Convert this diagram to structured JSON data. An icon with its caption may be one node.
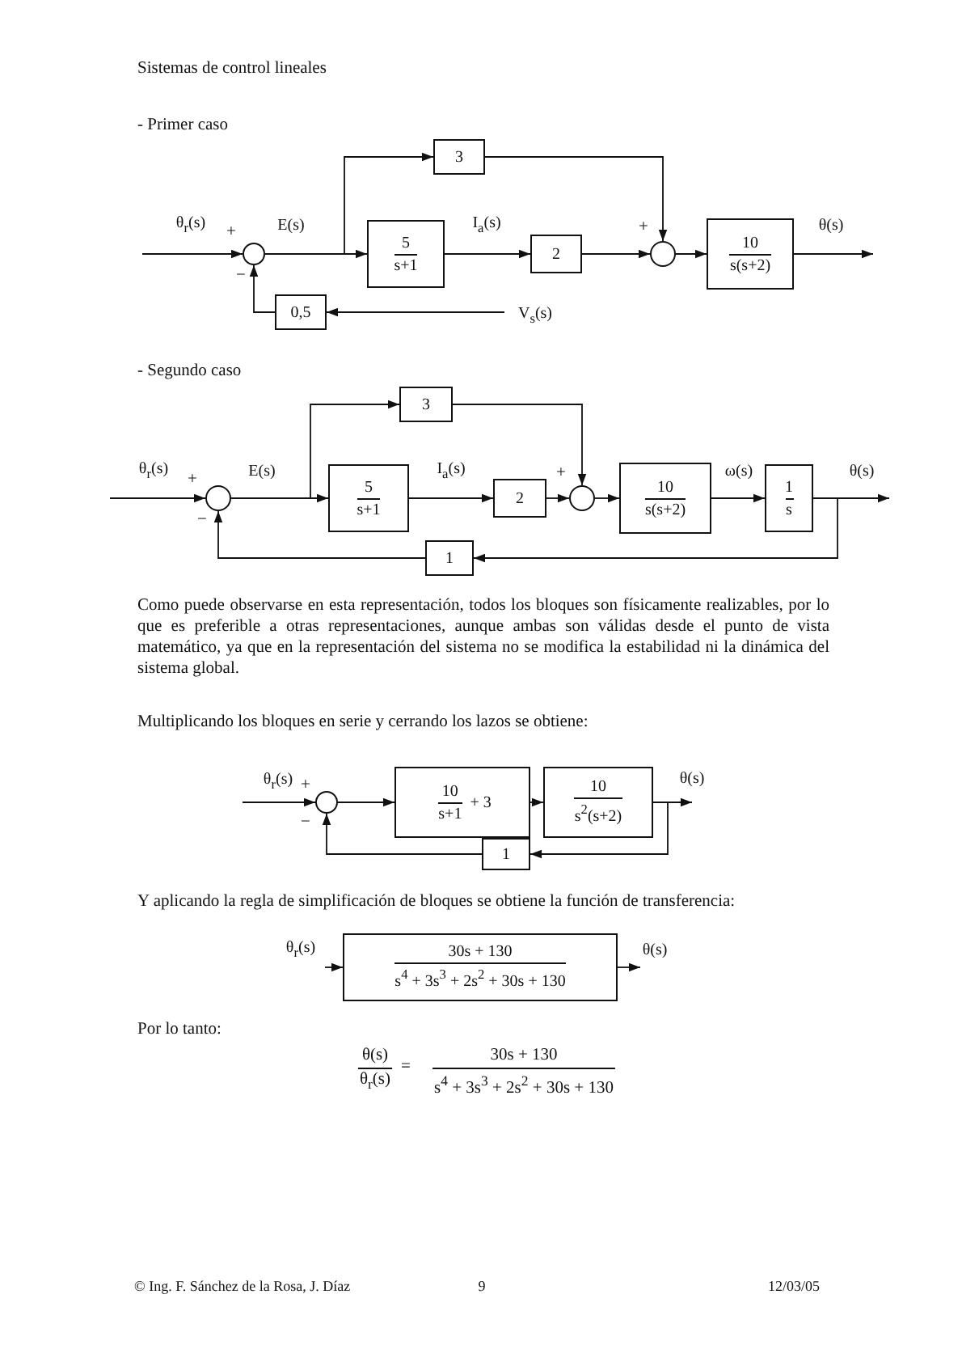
{
  "diagram": {
    "title": "Sistemas de control lineales",
    "nodes": [
      {
        "text": [],
        "shape": "circle"
      },
      {
        "text": [
          "5",
          "s+1"
        ]
      },
      {
        "text": [
          "2"
        ]
      },
      {
        "text": [],
        "shape": "circle"
      },
      {
        "text": [
          "10",
          "s(s+2)"
        ]
      },
      {
        "text": [
          "3"
        ]
      },
      {
        "text": [
          "0,5"
        ]
      },
      {
        "text": [],
        "shape": "circle"
      },
      {
        "text": [
          "5",
          "s+1"
        ]
      },
      {
        "text": [
          "2"
        ]
      },
      {
        "text": [],
        "shape": "circle"
      },
      {
        "text": [
          "10",
          "s(s+2)"
        ]
      },
      {
        "text": [
          "1",
          "s"
        ]
      },
      {
        "text": [
          "3"
        ]
      },
      {
        "text": [
          "1"
        ]
      },
      {
        "text": [],
        "shape": "circle"
      },
      {
        "text": [
          "10",
          "s+1",
          "+ 3"
        ]
      },
      {
        "text": [
          "10",
          "s$^{2}$(s+2)"
        ]
      },
      {
        "text": [
          "1"
        ]
      },
      {
        "text": [
          "30s + 130",
          "s$^{4}$ + 3s$^{3}$ + 2s$^{2}$ + 30s + 130"
        ]
      }
    ],
    "edges": [
      {
        "from": null,
        "to": 0,
        "arrow": "to",
        "label": "θ$_{r}$(s)"
      },
      {
        "from": 0,
        "to": 1,
        "arrow": "to",
        "label": "E(s)"
      },
      {
        "from": 0,
        "to": 5,
        "arrow": "to"
      },
      {
        "from": 1,
        "to": 2,
        "arrow": "to",
        "label": "I$_{a}$(s)"
      },
      {
        "from": 2,
        "to": 3,
        "arrow": "to"
      },
      {
        "from": 5,
        "to": 3,
        "arrow": "to"
      },
      {
        "from": 3,
        "to": 4,
        "arrow": "to"
      },
      {
        "from": 4,
        "to": null,
        "arrow": "to",
        "label": "θ(s)"
      },
      {
        "from": null,
        "to": 6,
        "arrow": "to",
        "label": "V$_{s}$(s)"
      },
      {
        "from": 6,
        "to": 0,
        "arrow": "to"
      },
      {
        "from": null,
        "to": 7,
        "arrow": "to",
        "label": "θ$_{r}$(s)"
      },
      {
        "from": 7,
        "to": 8,
        "arrow": "to",
        "label": "E(s)"
      },
      {
        "from": 7,
        "to": 13,
        "arrow": "to"
      },
      {
        "from": 8,
        "to": 9,
        "arrow": "to",
        "label": "I$_{a}$(s)"
      },
      {
        "from": 9,
        "to": 10,
        "arrow": "to"
      },
      {
        "from": 13,
        "to": 10,
        "arrow": "to"
      },
      {
        "from": 10,
        "to": 11,
        "arrow": "to"
      },
      {
        "from": 11,
        "to": 12,
        "arrow": "to",
        "label": "ω(s)"
      },
      {
        "from": 12,
        "to": null,
        "arrow": "to",
        "label": "θ(s)"
      },
      {
        "from": 12,
        "to": 14,
        "arrow": "to"
      },
      {
        "from": 14,
        "to": 7,
        "arrow": "to"
      },
      {
        "from": null,
        "to": 15,
        "arrow": "to",
        "label": "θ$_{r}$(s)"
      },
      {
        "from": 15,
        "to": 16,
        "arrow": "to"
      },
      {
        "from": 16,
        "to": 17,
        "arrow": "to"
      },
      {
        "from": 17,
        "to": null,
        "arrow": "to",
        "label": "θ(s)"
      },
      {
        "from": 17,
        "to": 18,
        "arrow": "to"
      },
      {
        "from": 18,
        "to": 15,
        "arrow": "to"
      },
      {
        "from": null,
        "to": 19,
        "arrow": "to",
        "label": "θ$_{r}$(s)"
      },
      {
        "from": 19,
        "to": null,
        "arrow": "to",
        "label": "θ(s)"
      }
    ],
    "labels": [
      "- Primer caso",
      "+",
      "+",
      "−",
      "- Segundo caso",
      "+",
      "+",
      "−",
      "Como puede observarse en esta representación, todos los bloques son físicamente realizables, por lo que es preferible a otras representaciones, aunque ambas son válidas desde el punto de vista matemático, ya que en la representación del sistema no se modifica la estabilidad ni la dinámica del sistema global.",
      "Multiplicando los bloques en serie y cerrando los lazos se obtiene:",
      "+",
      "−",
      "Y aplicando la regla de simplificación de bloques se obtiene la función de transferencia:",
      "Por lo tanto:",
      "θ(s)",
      "θ$_{r}$(s)",
      "=",
      "30s + 130",
      "s$^{4}$ + 3s$^{3}$ + 2s$^{2}$ + 30s + 130",
      "© Ing. F. Sánchez de la Rosa, J. Díaz",
      "9",
      "12/03/05"
    ]
  }
}
